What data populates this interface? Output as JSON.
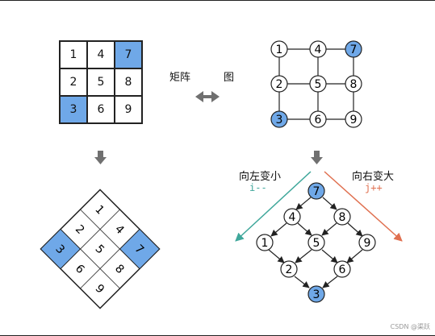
{
  "matrix": {
    "cells": [
      "1",
      "4",
      "7",
      "2",
      "5",
      "8",
      "3",
      "6",
      "9"
    ],
    "highlight": [
      false,
      false,
      true,
      false,
      false,
      false,
      true,
      false,
      false
    ]
  },
  "labels": {
    "matrix": "矩阵",
    "graph": "图",
    "decrease_left": "向左变小",
    "decrease_code": "i--",
    "increase_right": "向右变大",
    "increase_code": "j++"
  },
  "watermark": "CSDN @渠跃",
  "colors": {
    "highlight": "#6fa8e8",
    "teal_arrow": "#3fa79b",
    "red_arrow": "#e07050",
    "gray_arrow": "#707070"
  }
}
